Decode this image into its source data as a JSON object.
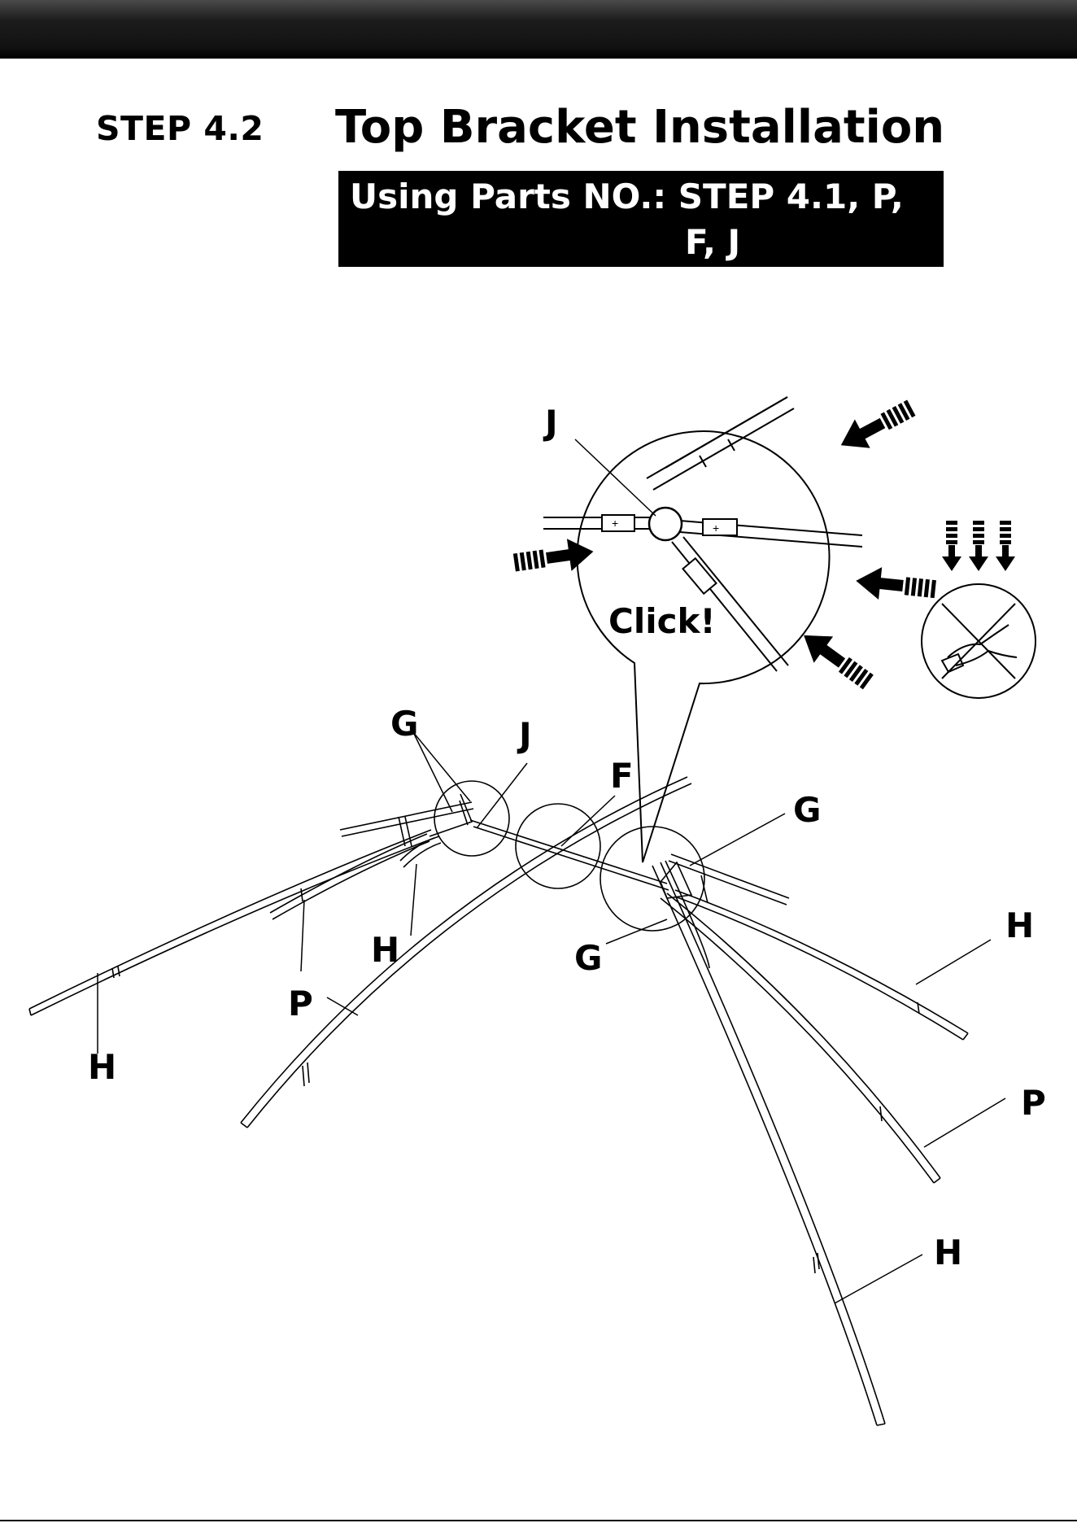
{
  "header": {
    "step": "STEP 4.2",
    "title": "Top Bracket Installation",
    "parts_line1": "Using Parts NO.: STEP 4.1, P,",
    "parts_line2": "F, J"
  },
  "callout": {
    "text": "Click!"
  },
  "labels": {
    "j_top": "J",
    "g_left": "G",
    "j_mid": "J",
    "f": "F",
    "g_right": "G",
    "g_lower": "G",
    "h_mid": "H",
    "p_left": "P",
    "h_left": "H",
    "h_right": "H",
    "p_right": "P",
    "h_bottom": "H"
  },
  "icons": [
    "press-down-arrows-icon",
    "no-hand-prohibited-icon",
    "push-arrow-icon"
  ]
}
